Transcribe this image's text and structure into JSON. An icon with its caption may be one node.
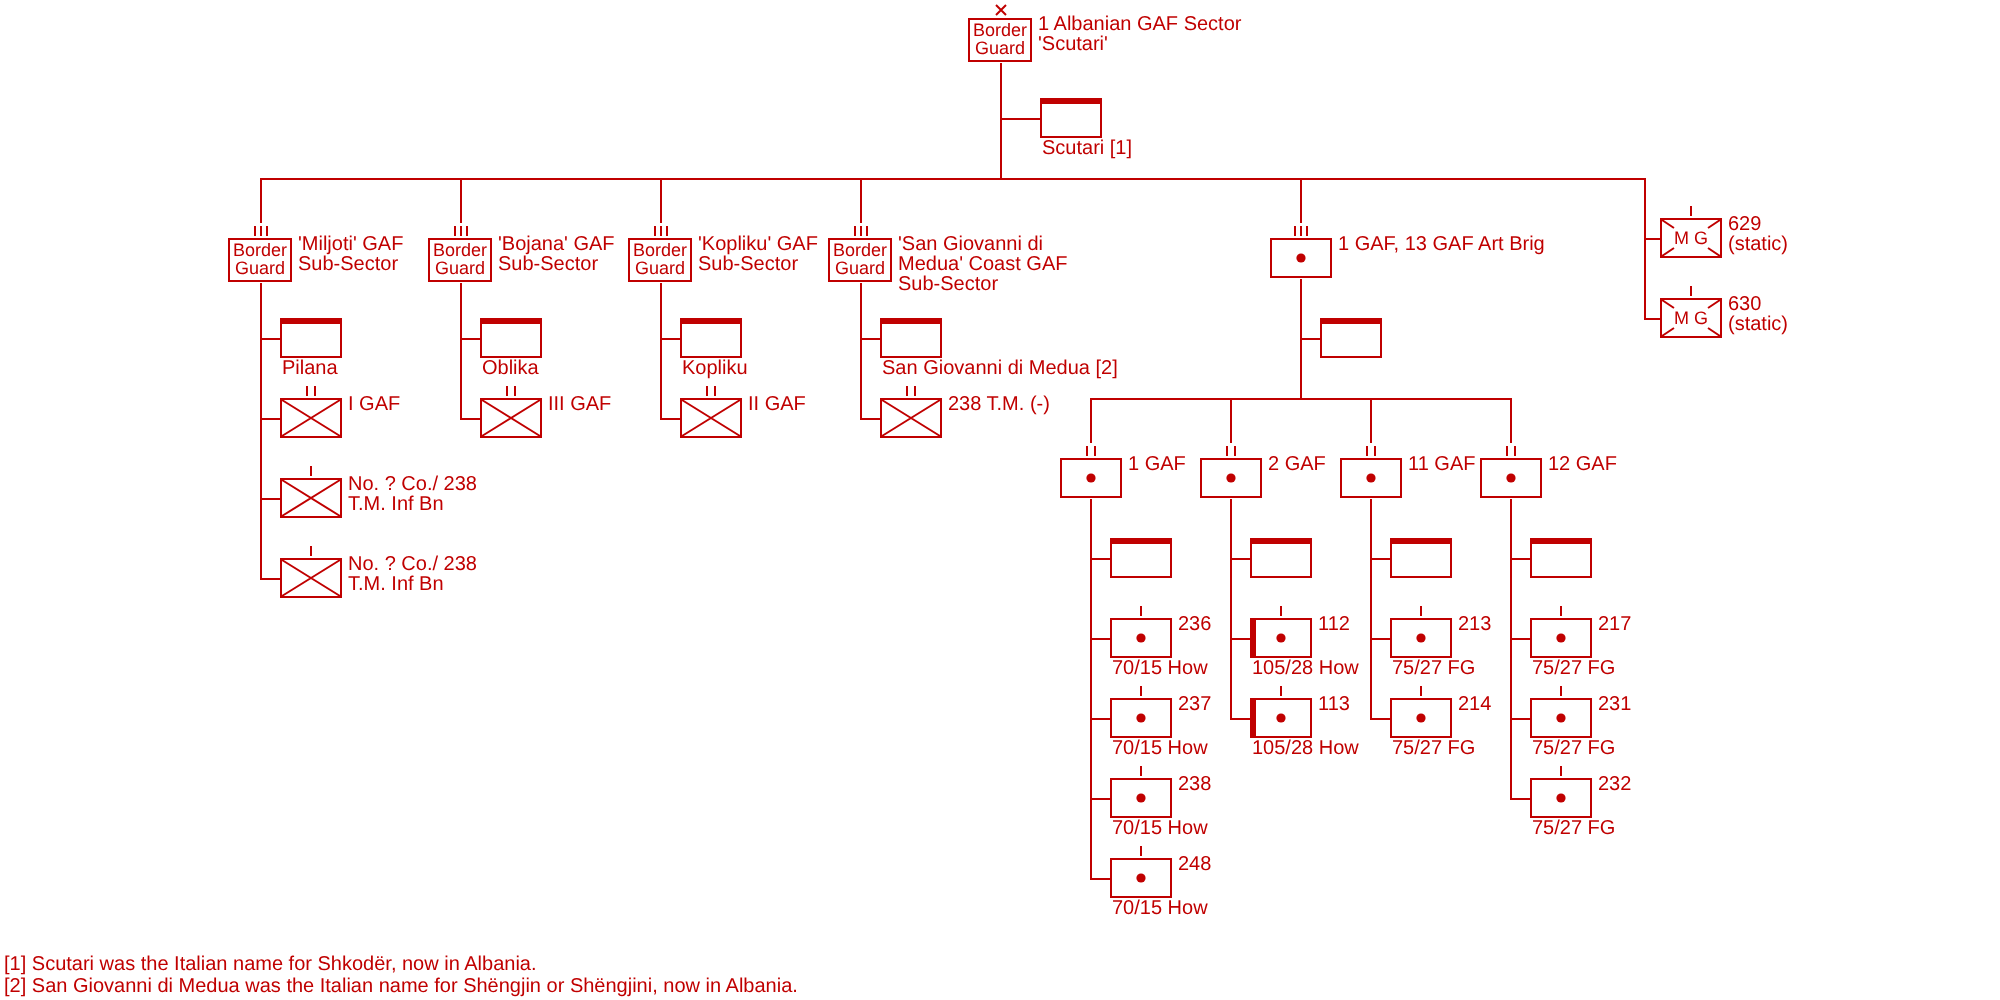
{
  "diagram": {
    "nodes": [
      {
        "text": [
          "Border Guard"
        ],
        "beside": [
          "1 Albanian GAF Sector 'Scutari'"
        ]
      },
      {
        "text": [],
        "shape": "box",
        "beside": [
          "Scutari [1]"
        ]
      },
      {
        "text": [
          "Border Guard"
        ],
        "beside": [
          "'Miljoti' GAF Sub-Sector"
        ]
      },
      {
        "text": [],
        "shape": "box",
        "beside": [
          "Pilana"
        ]
      },
      {
        "text": [],
        "shape": "box",
        "beside": [
          "I GAF"
        ]
      },
      {
        "text": [],
        "shape": "box",
        "beside": [
          "No. ? Co./ 238 T.M. Inf Bn"
        ]
      },
      {
        "text": [],
        "shape": "box",
        "beside": [
          "No. ? Co./ 238 T.M. Inf Bn"
        ]
      },
      {
        "text": [
          "Border Guard"
        ],
        "beside": [
          "'Bojana' GAF Sub-Sector"
        ]
      },
      {
        "text": [],
        "shape": "box",
        "beside": [
          "Oblika"
        ]
      },
      {
        "text": [],
        "shape": "box",
        "beside": [
          "III GAF"
        ]
      },
      {
        "text": [
          "Border Guard"
        ],
        "beside": [
          "'Kopliku' GAF Sub-Sector"
        ]
      },
      {
        "text": [],
        "shape": "box",
        "beside": [
          "Kopliku"
        ]
      },
      {
        "text": [],
        "shape": "box",
        "beside": [
          "II GAF"
        ]
      },
      {
        "text": [
          "Border Guard"
        ],
        "beside": [
          "'San Giovanni di Medua' Coast GAF Sub-Sector"
        ]
      },
      {
        "text": [],
        "shape": "box",
        "beside": [
          "San Giovanni di Medua [2]"
        ]
      },
      {
        "text": [],
        "shape": "box",
        "beside": [
          "238 T.M. (-)"
        ]
      },
      {
        "text": [],
        "shape": "box",
        "beside": [
          "1 GAF, 13 GAF Art Brig"
        ]
      },
      {
        "text": [],
        "shape": "box"
      },
      {
        "text": [],
        "shape": "box",
        "beside": [
          "1 GAF"
        ]
      },
      {
        "text": [],
        "shape": "box"
      },
      {
        "text": [],
        "shape": "box",
        "beside": [
          "236",
          "70/15 How"
        ]
      },
      {
        "text": [],
        "shape": "box",
        "beside": [
          "237",
          "70/15 How"
        ]
      },
      {
        "text": [],
        "shape": "box",
        "beside": [
          "238",
          "70/15 How"
        ]
      },
      {
        "text": [],
        "shape": "box",
        "beside": [
          "248",
          "70/15 How"
        ]
      },
      {
        "text": [],
        "shape": "box",
        "beside": [
          "2 GAF"
        ]
      },
      {
        "text": [],
        "shape": "box"
      },
      {
        "text": [],
        "shape": "box",
        "beside": [
          "112",
          "105/28 How"
        ]
      },
      {
        "text": [],
        "shape": "box",
        "beside": [
          "113",
          "105/28 How"
        ]
      },
      {
        "text": [],
        "shape": "box",
        "beside": [
          "11 GAF"
        ]
      },
      {
        "text": [],
        "shape": "box"
      },
      {
        "text": [],
        "shape": "box",
        "beside": [
          "213",
          "75/27 FG"
        ]
      },
      {
        "text": [],
        "shape": "box",
        "beside": [
          "214",
          "75/27 FG"
        ]
      },
      {
        "text": [],
        "shape": "box",
        "beside": [
          "12 GAF"
        ]
      },
      {
        "text": [],
        "shape": "box"
      },
      {
        "text": [],
        "shape": "box",
        "beside": [
          "217",
          "75/27 FG"
        ]
      },
      {
        "text": [],
        "shape": "box",
        "beside": [
          "231",
          "75/27 FG"
        ]
      },
      {
        "text": [],
        "shape": "box",
        "beside": [
          "232",
          "75/27 FG"
        ]
      },
      {
        "text": [
          "M G"
        ],
        "beside": [
          "629 (static)"
        ]
      },
      {
        "text": [
          "M G"
        ],
        "beside": [
          "630 (static)"
        ]
      }
    ],
    "edges": [
      {
        "from": 0,
        "to": 1,
        "arrow": "none"
      },
      {
        "from": 0,
        "to": 2,
        "arrow": "none"
      },
      {
        "from": 0,
        "to": 7,
        "arrow": "none"
      },
      {
        "from": 0,
        "to": 10,
        "arrow": "none"
      },
      {
        "from": 0,
        "to": 13,
        "arrow": "none"
      },
      {
        "from": 0,
        "to": 16,
        "arrow": "none"
      },
      {
        "from": 0,
        "to": 37,
        "arrow": "none"
      },
      {
        "from": 0,
        "to": 38,
        "arrow": "none"
      },
      {
        "from": 2,
        "to": 3,
        "arrow": "none"
      },
      {
        "from": 2,
        "to": 4,
        "arrow": "none"
      },
      {
        "from": 2,
        "to": 5,
        "arrow": "none"
      },
      {
        "from": 2,
        "to": 6,
        "arrow": "none"
      },
      {
        "from": 7,
        "to": 8,
        "arrow": "none"
      },
      {
        "from": 7,
        "to": 9,
        "arrow": "none"
      },
      {
        "from": 10,
        "to": 11,
        "arrow": "none"
      },
      {
        "from": 10,
        "to": 12,
        "arrow": "none"
      },
      {
        "from": 13,
        "to": 14,
        "arrow": "none"
      },
      {
        "from": 13,
        "to": 15,
        "arrow": "none"
      },
      {
        "from": 16,
        "to": 17,
        "arrow": "none"
      },
      {
        "from": 16,
        "to": 18,
        "arrow": "none"
      },
      {
        "from": 16,
        "to": 24,
        "arrow": "none"
      },
      {
        "from": 16,
        "to": 28,
        "arrow": "none"
      },
      {
        "from": 16,
        "to": 32,
        "arrow": "none"
      },
      {
        "from": 18,
        "to": 19,
        "arrow": "none"
      },
      {
        "from": 18,
        "to": 20,
        "arrow": "none"
      },
      {
        "from": 18,
        "to": 21,
        "arrow": "none"
      },
      {
        "from": 18,
        "to": 22,
        "arrow": "none"
      },
      {
        "from": 18,
        "to": 23,
        "arrow": "none"
      },
      {
        "from": 24,
        "to": 25,
        "arrow": "none"
      },
      {
        "from": 24,
        "to": 26,
        "arrow": "none"
      },
      {
        "from": 24,
        "to": 27,
        "arrow": "none"
      },
      {
        "from": 28,
        "to": 29,
        "arrow": "none"
      },
      {
        "from": 28,
        "to": 30,
        "arrow": "none"
      },
      {
        "from": 28,
        "to": 31,
        "arrow": "none"
      },
      {
        "from": 32,
        "to": 33,
        "arrow": "none"
      },
      {
        "from": 32,
        "to": 34,
        "arrow": "none"
      },
      {
        "from": 32,
        "to": 35,
        "arrow": "none"
      },
      {
        "from": 32,
        "to": 36,
        "arrow": "none"
      }
    ],
    "labels": [
      "[1] Scutari was the Italian name for Shkodër, now in Albania.",
      "[2] San Giovanni di Medua was the Italian name for Shëngjin or Shëngjini, now in Albania."
    ]
  }
}
